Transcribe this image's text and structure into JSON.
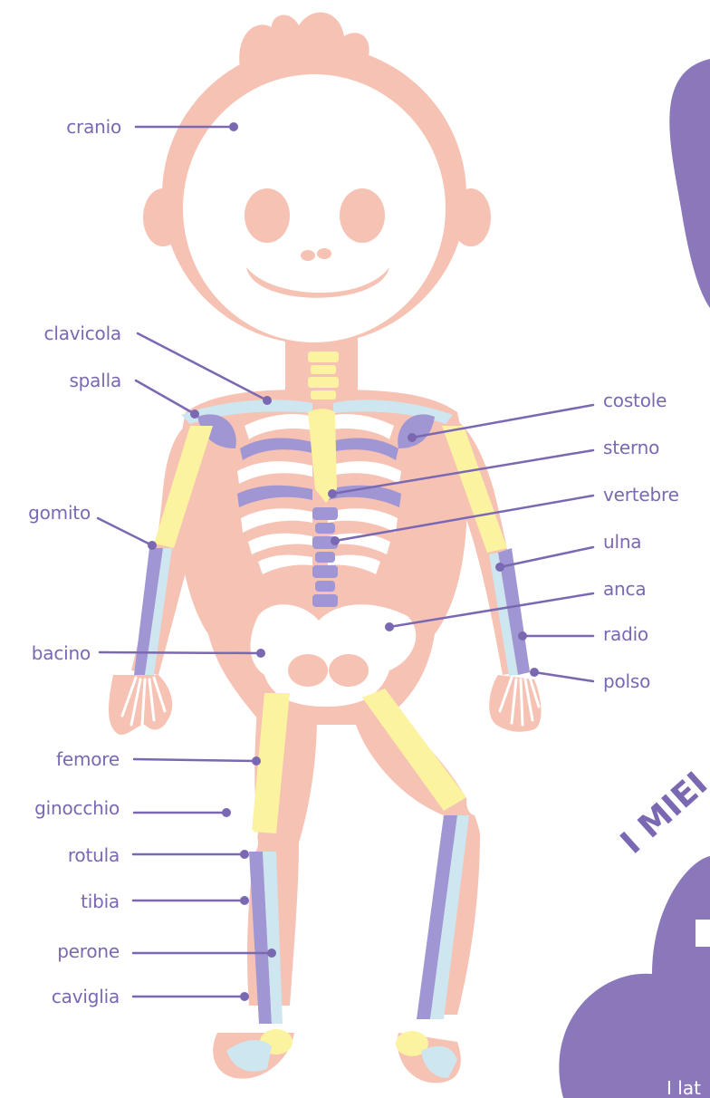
{
  "labels_left": {
    "cranio": "cranio",
    "clavicola": "clavicola",
    "spalla": "spalla",
    "gomito": "gomito",
    "bacino": "bacino",
    "femore": "femore",
    "ginocchio": "ginocchio",
    "rotula": "rotula",
    "tibia": "tibia",
    "perone": "perone",
    "caviglia": "caviglia"
  },
  "labels_right": {
    "costole": "costole",
    "sterno": "sterno",
    "vertebre": "vertebre",
    "ulna": "ulna",
    "anca": "anca",
    "radio": "radio",
    "polso": "polso"
  },
  "badge": {
    "arc_text": "I MIEI",
    "bottom_text": "I lat"
  },
  "colors": {
    "body": "#f6c2b4",
    "bone": "#ffffff",
    "yellow": "#fbf3a0",
    "lavender": "#9f96d3",
    "light_blue": "#cde6ef",
    "accent": "#7b68b2",
    "label": "#7b68b2"
  }
}
